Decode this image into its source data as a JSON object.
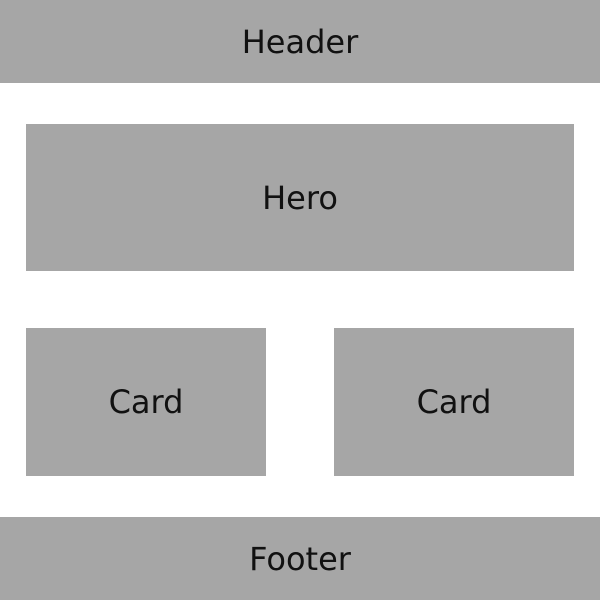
{
  "header": {
    "label": "Header"
  },
  "hero": {
    "label": "Hero"
  },
  "cards": [
    {
      "label": "Card"
    },
    {
      "label": "Card"
    }
  ],
  "footer": {
    "label": "Footer"
  },
  "colors": {
    "background": "#ffffff",
    "block": "#a6a6a6",
    "text": "#111111"
  }
}
